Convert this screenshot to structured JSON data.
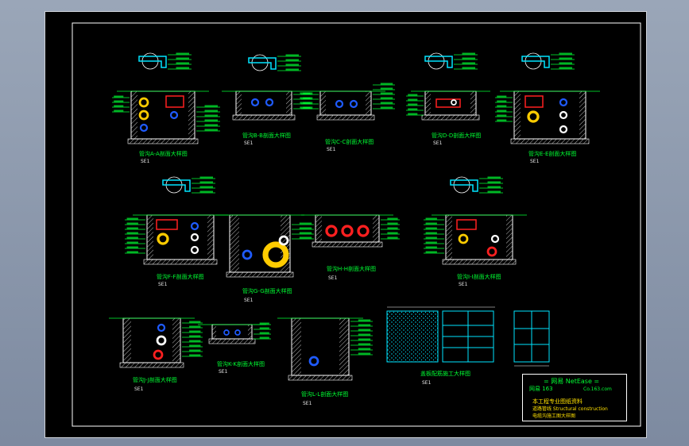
{
  "scale_label": "SE1",
  "title_block": {
    "company": "= 网易 NetEase =",
    "website": "Co.163.com",
    "logo_text": "网易 163",
    "line1": "本工程专业图纸资料",
    "line2": "道路管线 Structural construction",
    "line3": "电缆沟施工图大样图"
  },
  "drawing_captions": [
    "管沟A-A剖面大样图",
    "管沟B-B剖面大样图",
    "管沟C-C剖面大样图",
    "管沟D-D剖面大样图",
    "管沟E-E剖面大样图",
    "管沟F-F剖面大样图",
    "管沟G-G剖面大样图",
    "管沟H-H剖面大样图",
    "管沟I-I剖面大样图",
    "管沟J-J剖面大样图",
    "管沟K-K剖面大样图",
    "管沟L-L剖面大样图",
    "盖板配筋施工大样图"
  ],
  "colors": {
    "line_green": "#00ff33",
    "frame_white": "#ffffff",
    "cyan": "#00e5ff",
    "red": "#ff2020",
    "yellow": "#ffcc00",
    "blue": "#1f5bff",
    "hatch": "#bbbbbb"
  }
}
